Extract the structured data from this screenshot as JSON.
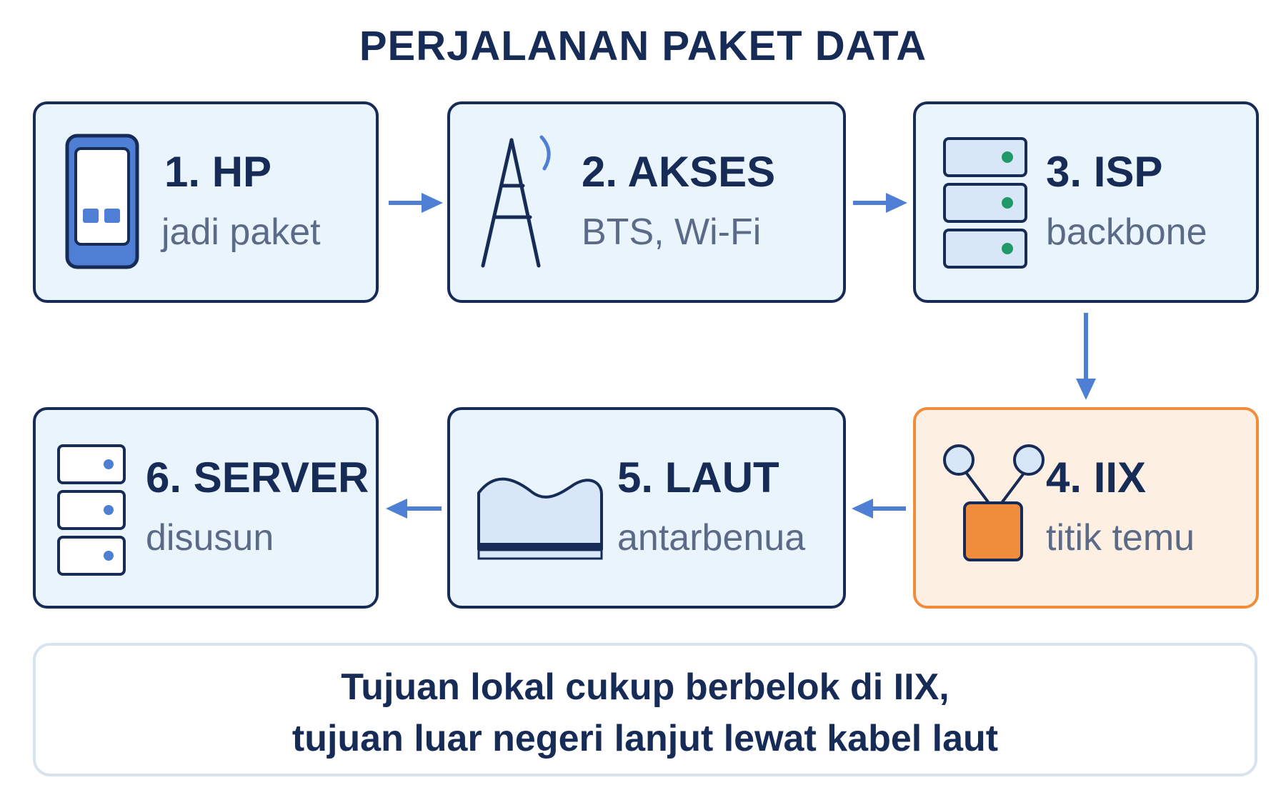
{
  "title": "PERJALANAN PAKET DATA",
  "colors": {
    "navy": "#172b57",
    "blue": "#4f7fd4",
    "box_fill": "#eaf4fc",
    "highlight_border": "#ef8d3d",
    "highlight_fill": "#fdefe2",
    "green": "#1f9a67",
    "muted_text": "#5b6b87"
  },
  "steps": [
    {
      "id": "hp",
      "title": "1. HP",
      "subtitle": "jadi paket",
      "icon": "smartphone-icon"
    },
    {
      "id": "akses",
      "title": "2. AKSES",
      "subtitle": "BTS, Wi-Fi",
      "icon": "cell-tower-icon"
    },
    {
      "id": "isp",
      "title": "3. ISP",
      "subtitle": "backbone",
      "icon": "server-rack-icon"
    },
    {
      "id": "iix",
      "title": "4. IIX",
      "subtitle": "titik temu",
      "icon": "exchange-node-icon",
      "highlighted": true
    },
    {
      "id": "laut",
      "title": "5. LAUT",
      "subtitle": "antarbenua",
      "icon": "undersea-cable-icon"
    },
    {
      "id": "server",
      "title": "6. SERVER",
      "subtitle": "disusun",
      "icon": "server-icon"
    }
  ],
  "arrows": [
    {
      "from": "hp",
      "to": "akses",
      "icon": "arrow-right-icon"
    },
    {
      "from": "akses",
      "to": "isp",
      "icon": "arrow-right-icon"
    },
    {
      "from": "isp",
      "to": "iix",
      "icon": "arrow-down-icon"
    },
    {
      "from": "iix",
      "to": "laut",
      "icon": "arrow-left-icon"
    },
    {
      "from": "laut",
      "to": "server",
      "icon": "arrow-left-icon"
    }
  ],
  "note": {
    "line1": "Tujuan lokal cukup berbelok di IIX,",
    "line2": "tujuan luar negeri lanjut lewat kabel laut"
  }
}
